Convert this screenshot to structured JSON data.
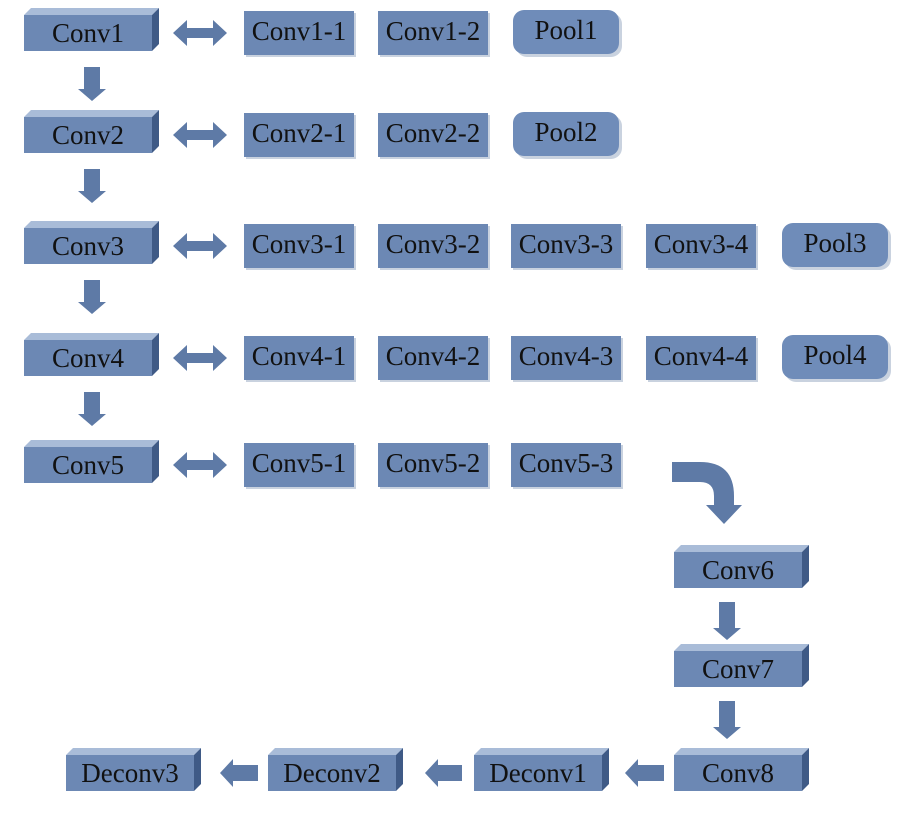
{
  "encoders": [
    {
      "label": "Conv1",
      "layers": [
        "Conv1-1",
        "Conv1-2"
      ],
      "pool": "Pool1"
    },
    {
      "label": "Conv2",
      "layers": [
        "Conv2-1",
        "Conv2-2"
      ],
      "pool": "Pool2"
    },
    {
      "label": "Conv3",
      "layers": [
        "Conv3-1",
        "Conv3-2",
        "Conv3-3",
        "Conv3-4"
      ],
      "pool": "Pool3"
    },
    {
      "label": "Conv4",
      "layers": [
        "Conv4-1",
        "Conv4-2",
        "Conv4-3",
        "Conv4-4"
      ],
      "pool": "Pool4"
    },
    {
      "label": "Conv5",
      "layers": [
        "Conv5-1",
        "Conv5-2",
        "Conv5-3"
      ],
      "pool": ""
    }
  ],
  "tail": [
    "Conv6",
    "Conv7",
    "Conv8"
  ],
  "decoders": [
    "Deconv1",
    "Deconv2",
    "Deconv3"
  ],
  "colors": {
    "block_front": "#6c88b4",
    "block_top": "#a9bcd8",
    "block_side": "#3f5a86",
    "arrow": "#5e7aa6",
    "pool_fill": "#6f8cb9",
    "text": "#111111"
  }
}
